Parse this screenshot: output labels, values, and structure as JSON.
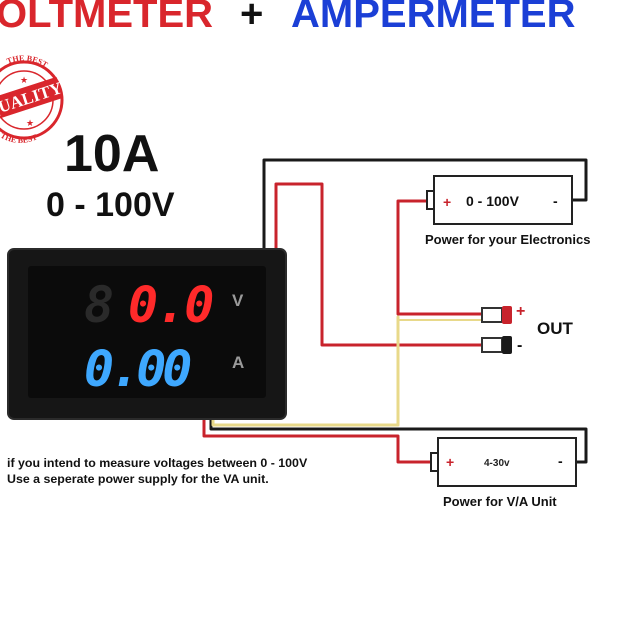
{
  "header": {
    "title_left": "OLTMETER",
    "title_plus": "+",
    "title_right": "AMPERMETER"
  },
  "specs": {
    "current": "10A",
    "voltage_range": "0 - 100V"
  },
  "meter": {
    "voltage_reading": "0.0",
    "current_reading": "0.00",
    "voltage_unit": "V",
    "current_unit": "A",
    "red_color": "#ff2a2a",
    "blue_color": "#3ea8ff"
  },
  "supply_main": {
    "label": "0 - 100V",
    "plus": "+",
    "minus": "-",
    "caption": "Power for your Electronics"
  },
  "supply_va": {
    "label": "4-30v",
    "plus": "+",
    "minus": "-",
    "caption": "Power for V/A Unit"
  },
  "output": {
    "label": "OUT",
    "plus": "+",
    "minus": "-"
  },
  "note": {
    "line1": "if you intend to measure voltages between 0 - 100V",
    "line2": "Use a seperate power supply for the VA unit."
  },
  "badge": {
    "word": "QUALITY",
    "ring_text": "THE BEST"
  },
  "colors": {
    "wire_red": "#c8232c",
    "wire_yellow": "#e8d98a",
    "wire_black": "#1a1a1a",
    "badge_red": "#d9262c"
  }
}
